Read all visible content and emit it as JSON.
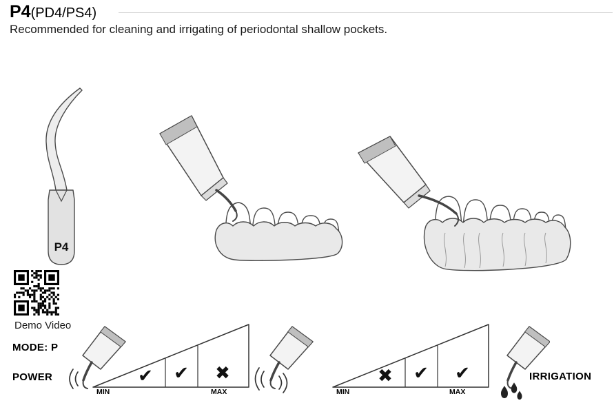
{
  "page": {
    "title": "P4",
    "subtitle": "(PD4/PS4)",
    "description": "Recommended for cleaning and irrigating of periodontal shallow pockets."
  },
  "tip": {
    "label": "P4"
  },
  "qr": {
    "caption": "Demo Video"
  },
  "power_gauge": {
    "mode_label": "MODE: P",
    "title": "POWER",
    "min": "MIN",
    "max": "MAX",
    "marks": [
      "✔",
      "✔",
      "✖"
    ]
  },
  "irrigation_gauge": {
    "title": "IRRIGATION",
    "min": "MIN",
    "max": "MAX",
    "marks": [
      "✖",
      "✔",
      "✔"
    ]
  },
  "colors": {
    "outline": "#4a4a4a",
    "illustration_fill": "#f3f3f3",
    "gum_fill": "#e9e9e9",
    "band": "#bfbfbf",
    "text": "#111111"
  }
}
